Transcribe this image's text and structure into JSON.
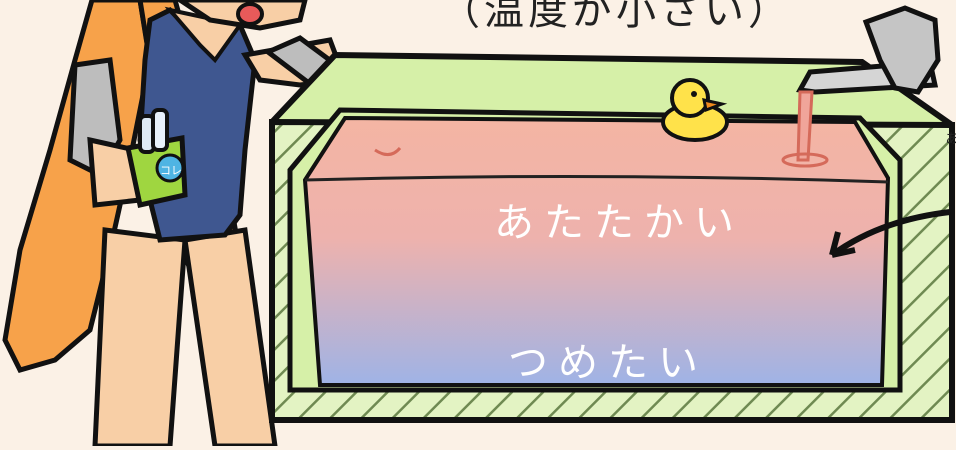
{
  "caption_top": "（温度が小さい）",
  "labels": {
    "warm": "あたたかい",
    "cold": "つめたい"
  },
  "bucket_label": "コレ",
  "edge_char": "ぁ",
  "colors": {
    "background": "#fbf1e6",
    "water_warm": "#f4b5a3",
    "water_cold": "#9fb3e6",
    "tub_outer": "#e3f3c3",
    "tub_rim": "#d6f0a8",
    "hatch": "#6f8a52",
    "outline": "#111111",
    "cape": "#f7a24a",
    "swimsuit": "#3f5790",
    "skin": "#f8cfa6",
    "armor": "#bdbdbd",
    "duck": "#ffe24a",
    "duck_beak": "#f08a1e",
    "bucket": "#9fd640",
    "hot_stream": "#f0a59a"
  }
}
